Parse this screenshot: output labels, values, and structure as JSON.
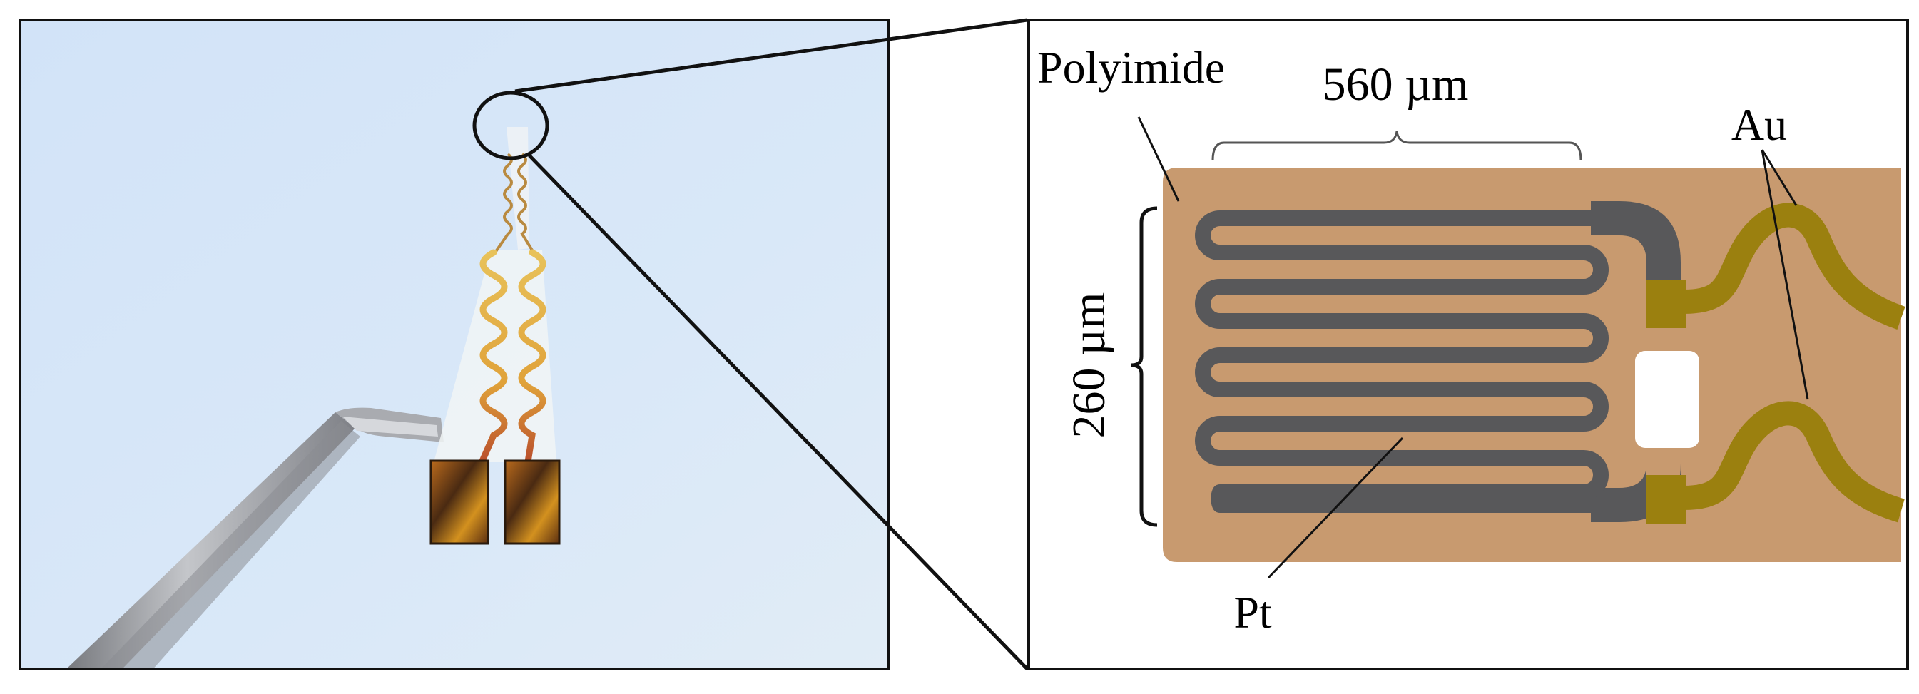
{
  "labels": {
    "polyimide": "Polyimide",
    "length": "560 µm",
    "width": "260 µm",
    "gold": "Au",
    "platinum": "Pt"
  },
  "colors": {
    "polyimide": "#c89a6f",
    "platinum": "#58585a",
    "gold": "#9b800f",
    "sky": "#d6e5f7",
    "frame": "#111111"
  },
  "photo_contents": [
    "photo-background",
    "tweezers",
    "flexible-sensor-strip",
    "magnification-circle"
  ]
}
